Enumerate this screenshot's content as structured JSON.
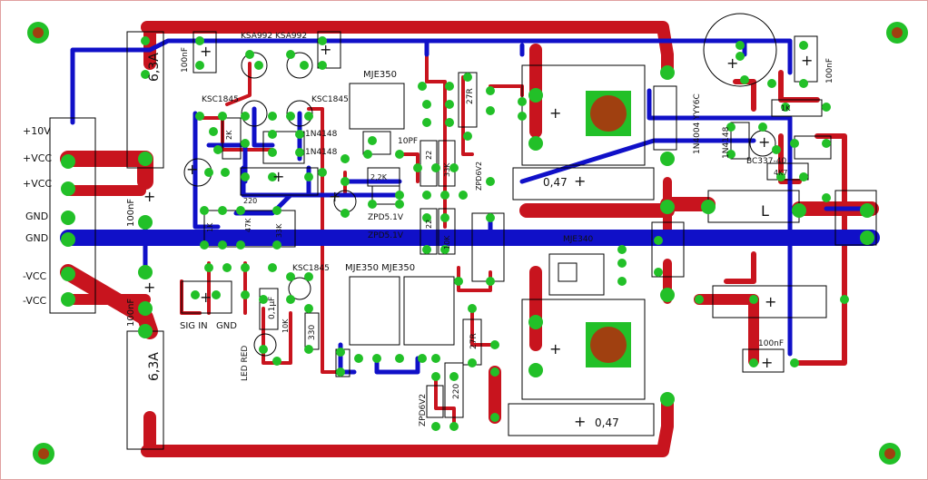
{
  "connector_labels": {
    "plus10v": "+10V",
    "vcc_pos_1": "+VCC",
    "vcc_pos_2": "+VCC",
    "gnd_1": "GND",
    "gnd_2": "GND",
    "vcc_neg_1": "-VCC",
    "vcc_neg_2": "-VCC",
    "sig_in": "SIG IN",
    "sig_gnd": "GND"
  },
  "components": {
    "fuse_top": "6,3A",
    "fuse_bottom": "6,3A",
    "cap_100nf_left_top": "100nF",
    "cap_100nf_left_bottom": "100nF",
    "cap_100nf_top": "100nF",
    "cap_100nf_right_top": "100nF",
    "cap_100nf_right_bottom": "100nF",
    "ksa992_pair": "KSA992 KSA992",
    "ksc1845_left": "KSC1845",
    "ksc1845_right": "KSC1845",
    "ksc1845_bottom": "KSC1845",
    "mje350_top": "MJE350",
    "mje350_bottom_pair": "MJE350  MJE350",
    "mje340_mid": "MJE340",
    "diode_1n4148_a": "1N4148",
    "diode_1n4148_b": "1N4148",
    "diode_1n4148_right": "1N4148",
    "diode_1n4004": "1N4004 YYY6C",
    "bc337": "BC337-40",
    "zpd_top": "ZPD5.1V",
    "zpd_mid": "ZPD5.1V",
    "zpd_right_v": "ZPD6V2",
    "zpd_bottom": "ZPD6V2",
    "res_047_top": "0,47",
    "res_047_bottom": "0,47",
    "res_27r_top": "27R",
    "res_27r_bottom": "27R",
    "res_330": "330",
    "res_220": "220",
    "res_220_b": "220",
    "res_22": "22",
    "res_22_b": "22",
    "res_33k": "33K",
    "res_47k": "47K",
    "res_1k": "1K",
    "res_2k": "2K",
    "res_33": "33K",
    "res_10k": "10K",
    "res_2k2": "2,2K",
    "res_1k_right": "1K",
    "res_4k7": "4K7",
    "cap_01uf": "0,1µF",
    "cap_10pf": "10PF",
    "led_red": "LED RED",
    "r_10k_v": "10K"
  },
  "colors": {
    "top_copper": "#c8141e",
    "bottom_copper": "#1010c8",
    "pad": "#22c028",
    "heatsink_pad": "#a04010"
  }
}
